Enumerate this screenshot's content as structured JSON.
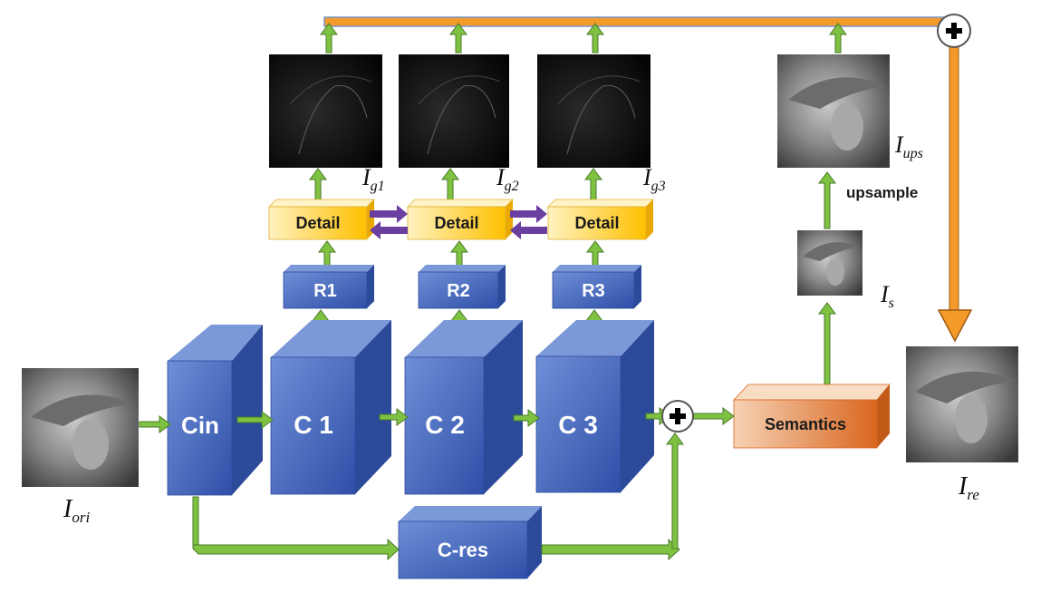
{
  "blocks": {
    "cin": "Cin",
    "c1": "C 1",
    "c2": "C 2",
    "c3": "C 3",
    "cres": "C-res",
    "r1": "R1",
    "r2": "R2",
    "r3": "R3",
    "detail": "Detail",
    "semantics": "Semantics"
  },
  "labels": {
    "upsample": "upsample"
  },
  "math_labels": {
    "i_ori": {
      "base": "I",
      "sub": "ori"
    },
    "i_g1": {
      "base": "I",
      "sub": "g1"
    },
    "i_g2": {
      "base": "I",
      "sub": "g2"
    },
    "i_g3": {
      "base": "I",
      "sub": "g3"
    },
    "i_ups": {
      "base": "I",
      "sub": "ups"
    },
    "i_s": {
      "base": "I",
      "sub": "s"
    },
    "i_re": {
      "base": "I",
      "sub": "re"
    }
  },
  "colors": {
    "blue_front": "#4a6fc4",
    "blue_side": "#2c4a9a",
    "blue_top": "#7b98d8",
    "green_arrow": "#7fc241",
    "orange_arrow": "#f39a2b",
    "purple_arrow": "#6a3fa0",
    "detail_yellow": "#ffc000",
    "semantics_orange": "#e07a3a"
  }
}
